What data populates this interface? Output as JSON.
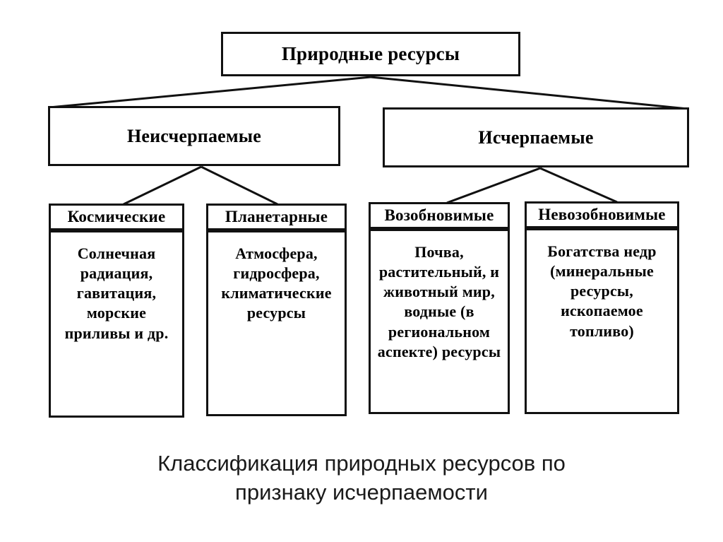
{
  "diagram": {
    "root": {
      "label": "Природные ресурсы"
    },
    "branches": [
      {
        "id": "inexhaustible",
        "label": "Неисчерпаемые"
      },
      {
        "id": "exhaustible",
        "label": "Исчерпаемые"
      }
    ],
    "categories": [
      {
        "id": "cosmic",
        "parent": "inexhaustible",
        "header": "Космические",
        "body": "Солнечная радиация, гавитация, морские приливы и др."
      },
      {
        "id": "planetary",
        "parent": "inexhaustible",
        "header": "Планетарные",
        "body": "Атмосфера, гидросфера, климатические ресурсы"
      },
      {
        "id": "renewable",
        "parent": "exhaustible",
        "header": "Возобновимые",
        "body": "Почва, растительный, и животный мир, водные (в региональном аспекте) ресурсы"
      },
      {
        "id": "nonrenewable",
        "parent": "exhaustible",
        "header": "Невозобновимые",
        "body": "Богатства недр (минеральные ресурсы, ископаемое топливо)"
      }
    ]
  },
  "caption": {
    "line1": "Классификация природных ресурсов по",
    "line2": "признаку исчерпаемости"
  },
  "colors": {
    "stroke": "#111111",
    "background": "#ffffff",
    "text": "#000000",
    "caption_text": "#1a1a1a"
  }
}
